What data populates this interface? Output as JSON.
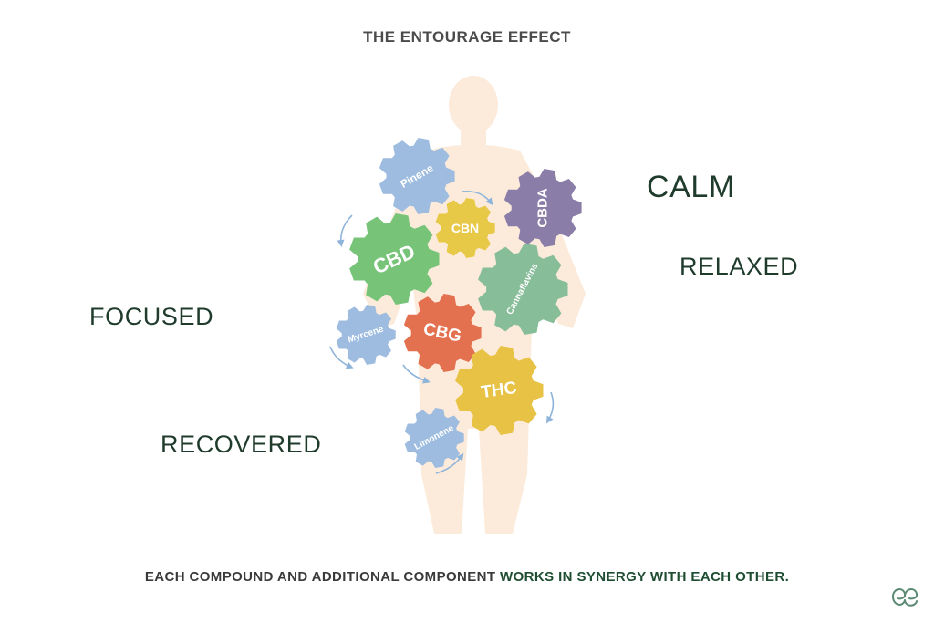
{
  "header": {
    "title": "THE ENTOURAGE EFFECT"
  },
  "effects": {
    "calm": "CALM",
    "relaxed": "RELAXED",
    "focused": "FOCUSED",
    "recovered": "RECOVERED"
  },
  "gears": {
    "pinene": {
      "label": "Pinene",
      "color": "#9dbcdf"
    },
    "cbn": {
      "label": "CBN",
      "color": "#e8c847"
    },
    "cbda": {
      "label": "CBDA",
      "color": "#8a7ea8"
    },
    "cbd": {
      "label": "CBD",
      "color": "#77c479"
    },
    "cannaflavins": {
      "label": "Cannaflavins",
      "color": "#88bd9a"
    },
    "myrcene": {
      "label": "Myrcene",
      "color": "#9dbcdf"
    },
    "cbg": {
      "label": "CBG",
      "color": "#e3704f"
    },
    "thc": {
      "label": "THC",
      "color": "#e7c245"
    },
    "limonene": {
      "label": "Limonene",
      "color": "#9dbcdf"
    }
  },
  "colors": {
    "body_silhouette": "#fcebdb",
    "arrow": "#8fb4da"
  },
  "footer": {
    "text_regular": "EACH COMPOUND AND ADDITIONAL COMPONENT ",
    "text_bold": "WORKS IN SYNERGY WITH EACH OTHER."
  },
  "logo": {
    "icon": "ee-logo-icon"
  }
}
